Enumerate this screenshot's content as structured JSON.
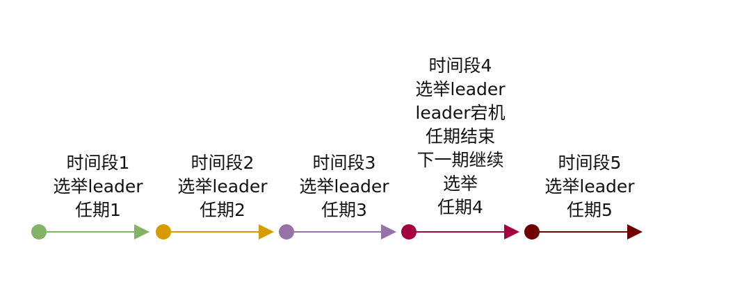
{
  "segments": [
    {
      "lines": [
        "时间段1",
        "选举leader",
        "任期1"
      ],
      "color": "#82b366"
    },
    {
      "lines": [
        "时间段2",
        "选举leader",
        "任期2"
      ],
      "color": "#d79b00"
    },
    {
      "lines": [
        "时间段3",
        "选举leader",
        "任期3"
      ],
      "color": "#9673a6"
    },
    {
      "lines": [
        "时间段4",
        "选举leader",
        "leader宕机",
        "任期结束",
        "下一期继续",
        "选举",
        "任期4"
      ],
      "color": "#a50040"
    },
    {
      "lines": [
        "时间段5",
        "选举leader",
        "任期5"
      ],
      "color": "#6f0000"
    }
  ]
}
